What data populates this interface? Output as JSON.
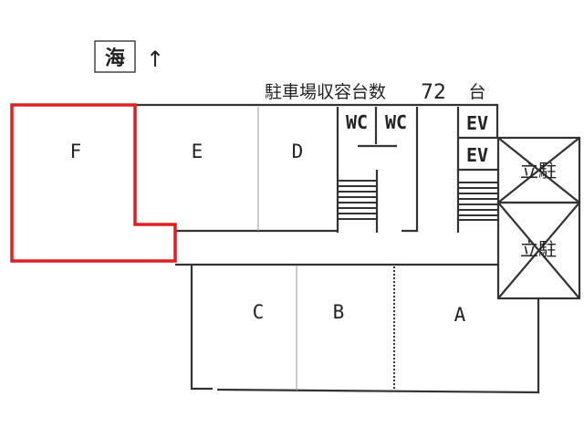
{
  "orientation": {
    "label": "海",
    "arrow": "↑"
  },
  "capacity": {
    "label": "駐車場収容台数",
    "count": "72",
    "unit": "台"
  },
  "rooms": {
    "F": "F",
    "E": "E",
    "D": "D",
    "C": "C",
    "B": "B",
    "A": "A"
  },
  "facilities": {
    "wc1": "WC",
    "wc2": "WC",
    "ev1": "EV",
    "ev2": "EV",
    "parking1": "立駐",
    "parking2": "立駐"
  },
  "colors": {
    "highlight": "#e02020",
    "line": "#333333"
  }
}
